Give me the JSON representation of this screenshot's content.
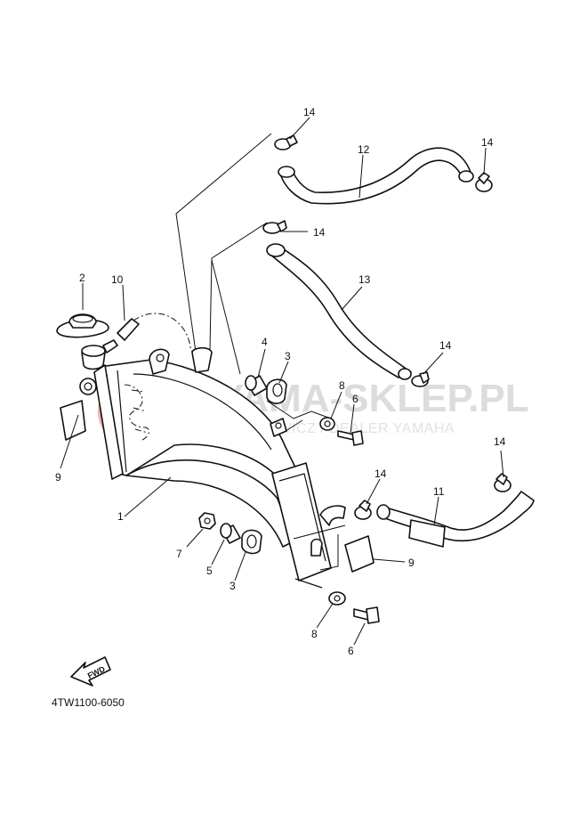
{
  "watermark": {
    "title": "YAMA-SKLEP.PL",
    "subtitle": "WOJCIECHOWICZ / DEALER YAMAHA",
    "logo_color": "#e06060"
  },
  "fwd_label": "FWD",
  "diagram_code": "4TW1100-6050",
  "callouts": {
    "c1": "1",
    "c2": "2",
    "c3a": "3",
    "c3b": "3",
    "c4": "4",
    "c5": "5",
    "c6a": "6",
    "c6b": "6",
    "c7": "7",
    "c8a": "8",
    "c8b": "8",
    "c9a": "9",
    "c9b": "9",
    "c10": "10",
    "c11": "11",
    "c12": "12",
    "c13": "13",
    "c14a": "14",
    "c14b": "14",
    "c14c": "14",
    "c14d": "14",
    "c14e": "14",
    "c14f": "14"
  },
  "colors": {
    "line": "#111111",
    "watermark": "#dcdcdc"
  }
}
